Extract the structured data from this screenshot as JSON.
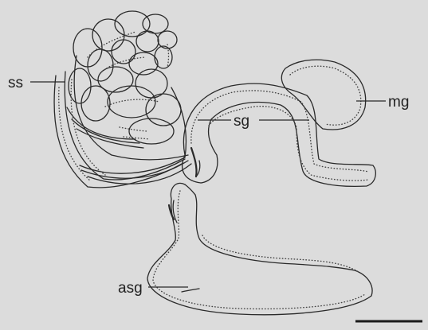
{
  "labels": {
    "ss": "ss",
    "sg": "sg",
    "mg": "mg",
    "asg": "asg"
  },
  "colors": {
    "background": "#dcdcdc",
    "line": "#2a2a2a",
    "dots": "#444444"
  }
}
